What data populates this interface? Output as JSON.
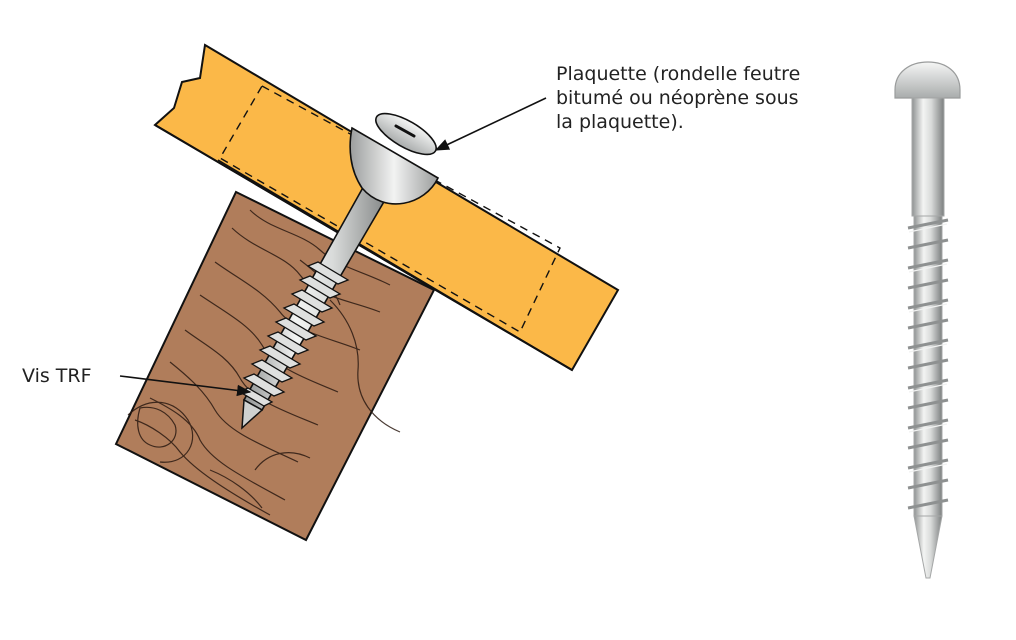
{
  "labels": {
    "plaquette": [
      "Plaquette (rondelle feutre",
      "bitumé ou néoprène sous",
      "la plaquette)."
    ],
    "vis": "Vis TRF"
  },
  "colors": {
    "plank": "#fbb848",
    "wood": "#b07d5b",
    "wood_grain": "#2b1a12",
    "metal_light": "#e8e9e8",
    "metal_dark": "#8a8c8c",
    "outline": "#111111"
  },
  "icons": {
    "screw_photo": "screw-icon"
  }
}
